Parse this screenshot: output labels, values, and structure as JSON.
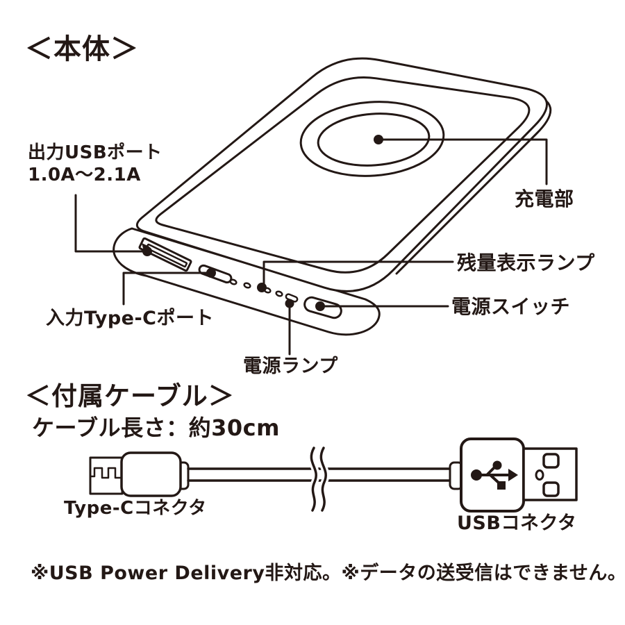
{
  "page": {
    "background": "#ffffff",
    "ink_color": "#231815"
  },
  "body_section": {
    "title": "＜本体＞",
    "labels": {
      "output_usb_port_line1": "出力USBポート",
      "output_usb_port_line2": "1.0A〜2.1A",
      "charging_area": "充電部",
      "battery_level_lamp": "残量表示ランプ",
      "power_switch": "電源スイッチ",
      "input_typec_port": "入力Type-Cポート",
      "power_lamp": "電源ランプ"
    }
  },
  "cable_section": {
    "title": "＜付属ケーブル＞",
    "cable_length": "ケーブル長さ：約30cm",
    "labels": {
      "typec_connector": "Type-Cコネクタ",
      "usb_connector": "USBコネクタ"
    }
  },
  "footer": {
    "note": "※USB Power Delivery非対応。※データの送受信はできません。"
  }
}
